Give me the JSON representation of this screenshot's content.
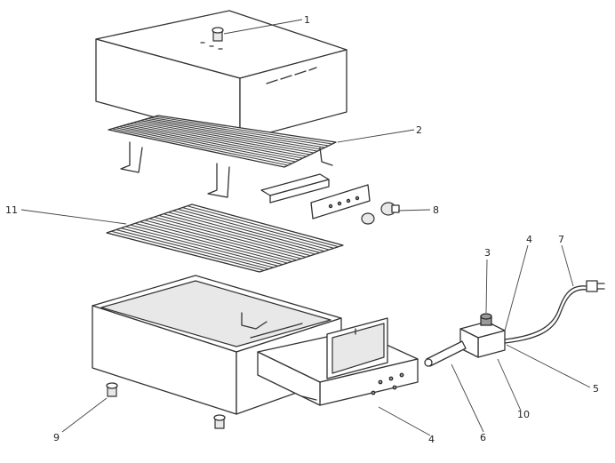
{
  "callouts": [
    {
      "id": "callout-1",
      "text": "1"
    },
    {
      "id": "callout-2",
      "text": "2"
    },
    {
      "id": "callout-11",
      "text": "11"
    },
    {
      "id": "callout-8",
      "text": "8"
    },
    {
      "id": "callout-3",
      "text": "3"
    },
    {
      "id": "callout-4-top",
      "text": "4"
    },
    {
      "id": "callout-7",
      "text": "7"
    },
    {
      "id": "callout-5",
      "text": "5"
    },
    {
      "id": "callout-10",
      "text": "10"
    },
    {
      "id": "callout-6",
      "text": "6"
    },
    {
      "id": "callout-4-bottom",
      "text": "4"
    },
    {
      "id": "callout-9",
      "text": "9"
    }
  ]
}
